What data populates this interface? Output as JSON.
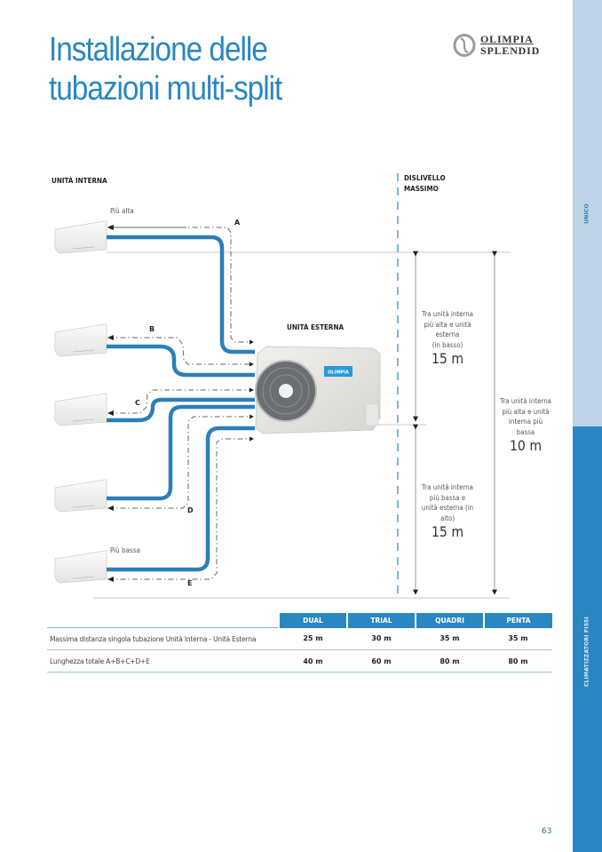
{
  "title": {
    "line1": "Installazione delle",
    "line2": "tubazioni multi-split"
  },
  "brand": {
    "line1": "OLIMPIA",
    "line2": "SPLENDID",
    "icon": "olimpia-splendid-logo-icon"
  },
  "sidebar": {
    "section_label": "UNICO",
    "category_label": "CLIMATIZZATORI FISSI",
    "colors": {
      "light": "#bfd3e6",
      "dark": "#2a87c1"
    }
  },
  "diagram": {
    "indoor_label": "UNITÀ INTERNA",
    "outdoor_label": "UNITÀ ESTERNA",
    "max_height_label_1": "DISLIVELLO",
    "max_height_label_2": "MASSIMO",
    "highest_label": "Più alta",
    "lowest_label": "Più bassa",
    "pipe_letters": [
      "A",
      "B",
      "C",
      "D",
      "E"
    ],
    "pipe_color": "#2a7fb8",
    "notes": [
      {
        "lines": [
          "Tra unità interna",
          "più alta e unità",
          "esterna",
          "(in basso)"
        ],
        "value": "15 m"
      },
      {
        "lines": [
          "Tra unità interna",
          "più bassa e",
          "unità esterna (in",
          "alto)"
        ],
        "value": "15 m"
      },
      {
        "lines": [
          "Tra unità interna",
          "più alta e unità",
          "interna più",
          "bassa"
        ],
        "value": "10 m"
      }
    ]
  },
  "table": {
    "columns": [
      "DUAL",
      "TRIAL",
      "QUADRI",
      "PENTA"
    ],
    "rows": [
      {
        "label": "Massima distanza singola tubazione Unità Interna - Unità Esterna",
        "values": [
          "25 m",
          "30 m",
          "35 m",
          "35 m"
        ]
      },
      {
        "label": "Lunghezza totale A+B+C+D+E",
        "values": [
          "40 m",
          "60 m",
          "80 m",
          "80 m"
        ]
      }
    ]
  },
  "page_number": "63"
}
